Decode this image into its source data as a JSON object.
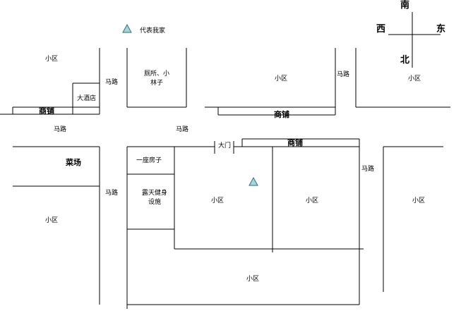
{
  "map": {
    "legend_label": "代表我家",
    "compass": {
      "north": "南",
      "south": "北",
      "west": "西",
      "east": "东"
    },
    "labels": {
      "community": "小区",
      "road": "马路",
      "shops": "商铺",
      "hotel": "大酒店",
      "toilet_grove": "厕所、小林子",
      "market": "菜场",
      "pavilion": "一座房子",
      "fitness": "露天健身设施",
      "gate": "大门"
    },
    "colors": {
      "lines": "#000000",
      "marker_fill": "#a9d4d9",
      "marker_stroke": "#2f6f7a"
    },
    "icons": {
      "home_marker": "triangle-icon"
    }
  }
}
